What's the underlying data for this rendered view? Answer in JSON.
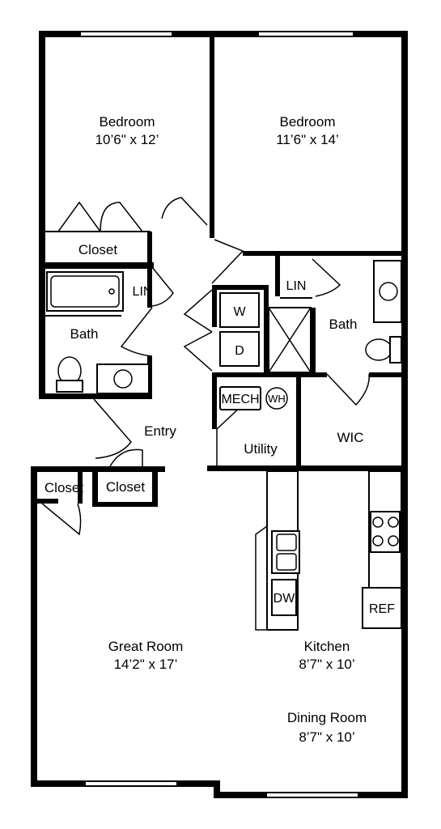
{
  "rooms": {
    "bedroom_left": {
      "name": "Bedroom",
      "size": "10’6\" x 12’"
    },
    "bedroom_right": {
      "name": "Bedroom",
      "size": "11’6\" x 14’"
    },
    "closet_bed": {
      "name": "Closet"
    },
    "lin_left": {
      "name": "LIN"
    },
    "bath_left": {
      "name": "Bath"
    },
    "lin_right": {
      "name": "LIN"
    },
    "bath_right": {
      "name": "Bath"
    },
    "washer": {
      "name": "W"
    },
    "dryer": {
      "name": "D"
    },
    "mech": {
      "name": "MECH"
    },
    "wh": {
      "name": "WH"
    },
    "utility": {
      "name": "Utility"
    },
    "wic": {
      "name": "WIC"
    },
    "entry": {
      "name": "Entry"
    },
    "closet_a": {
      "name": "Closet"
    },
    "closet_b": {
      "name": "Closet"
    },
    "dw": {
      "name": "DW"
    },
    "ref": {
      "name": "REF"
    },
    "great_room": {
      "name": "Great Room",
      "size": "14’2\" x 17’"
    },
    "kitchen": {
      "name": "Kitchen",
      "size": "8’7\" x 10’"
    },
    "dining": {
      "name": "Dining Room",
      "size": "8’7\" x 10’"
    }
  }
}
